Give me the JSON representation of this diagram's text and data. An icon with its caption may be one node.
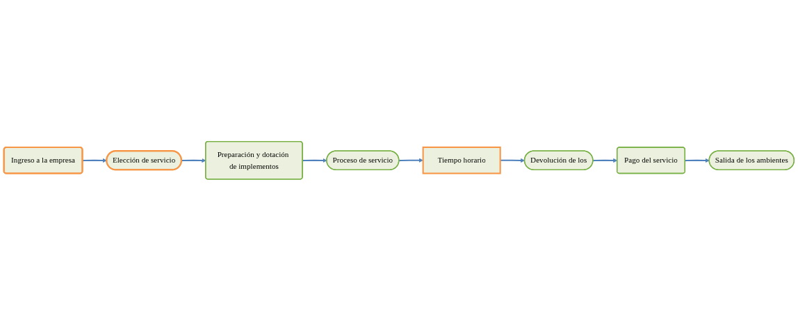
{
  "diagram": {
    "nodes": [
      {
        "text": [
          "Ingreso a la empresa"
        ]
      },
      {
        "text": [
          "Elección de servicio"
        ]
      },
      {
        "text": [
          "Preparación y dotación de implementos"
        ]
      },
      {
        "text": [
          "Proceso de servicio"
        ]
      },
      {
        "text": [
          "Tiempo horario"
        ]
      },
      {
        "text": [
          "Devolución de los"
        ]
      },
      {
        "text": [
          "Pago del servicio"
        ]
      },
      {
        "text": [
          "Salida de los ambientes"
        ]
      }
    ],
    "edges": [
      {
        "from": 0,
        "to": 1,
        "arrow": "to"
      },
      {
        "from": 1,
        "to": 2,
        "arrow": "to"
      },
      {
        "from": 2,
        "to": 3,
        "arrow": "to"
      },
      {
        "from": 3,
        "to": 4,
        "arrow": "to"
      },
      {
        "from": 4,
        "to": 5,
        "arrow": "to"
      },
      {
        "from": 5,
        "to": 6,
        "arrow": "to"
      },
      {
        "from": 6,
        "to": 7,
        "arrow": "to"
      }
    ]
  }
}
